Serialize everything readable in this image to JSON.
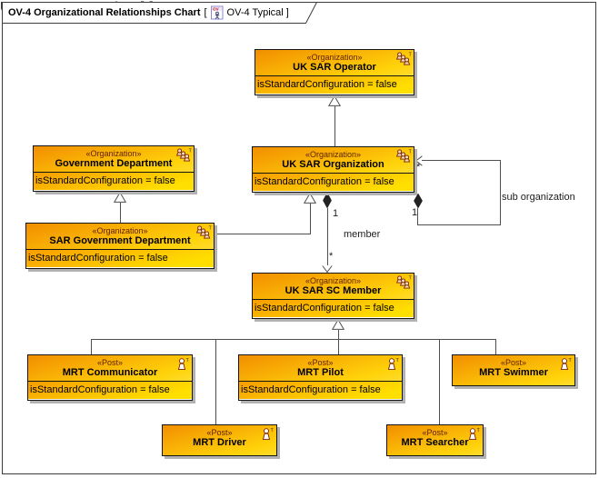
{
  "frame": {
    "title": "OV-4 Organizational Relationships Chart",
    "bracket_open": "[",
    "context": "OV-4 Typical",
    "bracket_close": "]"
  },
  "nodes": {
    "uk_sar_operator": {
      "stereotype": "«Organization»",
      "name": "UK SAR Operator",
      "attribute": "isStandardConfiguration = false"
    },
    "government_department": {
      "stereotype": "«Organization»",
      "name": "Government Department",
      "attribute": "isStandardConfiguration = false"
    },
    "uk_sar_organization": {
      "stereotype": "«Organization»",
      "name": "UK SAR Organization",
      "attribute": "isStandardConfiguration = false"
    },
    "sar_government_department": {
      "stereotype": "«Organization»",
      "name": "SAR Government Department",
      "attribute": "isStandardConfiguration = false"
    },
    "uk_sar_sc_member": {
      "stereotype": "«Organization»",
      "name": "UK SAR SC Member",
      "attribute": "isStandardConfiguration = false"
    },
    "mrt_communicator": {
      "stereotype": "«Post»",
      "name": "MRT Communicator",
      "attribute": "isStandardConfiguration = false"
    },
    "mrt_pilot": {
      "stereotype": "«Post»",
      "name": "MRT Pilot",
      "attribute": "isStandardConfiguration = false"
    },
    "mrt_swimmer": {
      "stereotype": "«Post»",
      "name": "MRT Swimmer"
    },
    "mrt_driver": {
      "stereotype": "«Post»",
      "name": "MRT Driver"
    },
    "mrt_searcher": {
      "stereotype": "«Post»",
      "name": "MRT Searcher"
    }
  },
  "edges": {
    "member": {
      "source_multiplicity": "1",
      "name": "member",
      "target_multiplicity": "*"
    },
    "sub_organization": {
      "source_multiplicity": "1",
      "role": "sub organization",
      "target_multiplicity": "*"
    }
  },
  "colors": {
    "node_fill_orange": "#F28E00",
    "node_fill_yellow": "#FFDF00",
    "stereotype_text": "#5E1F00",
    "icon_outline": "#7A1F00",
    "connector": "#4f4f4f",
    "shadow": "#b2b2b2"
  }
}
